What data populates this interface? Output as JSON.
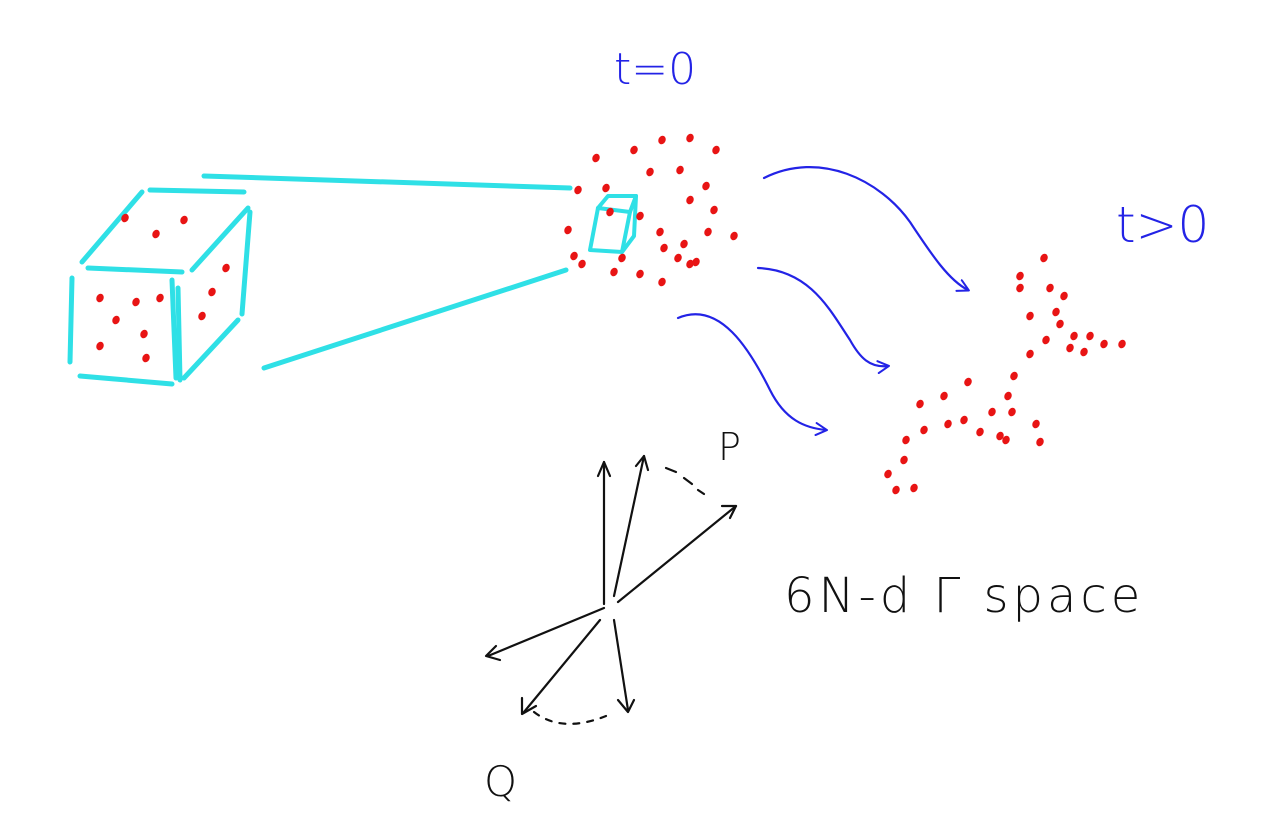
{
  "labels": {
    "time_initial": "t=0",
    "time_later": "t>0",
    "momentum_axis": "P",
    "position_axis": "Q",
    "space": "6N-d Γ space"
  },
  "colors": {
    "cube": "#2fe0e6",
    "particles": "#e81414",
    "flow_arrows": "#2323e6",
    "labels_blue": "#2323e6",
    "ink": "#111111",
    "background": "#ffffff"
  },
  "icons": {
    "box": "box-icon",
    "flow": "flow-arrow-icon",
    "axes": "phase-space-axes-icon"
  }
}
